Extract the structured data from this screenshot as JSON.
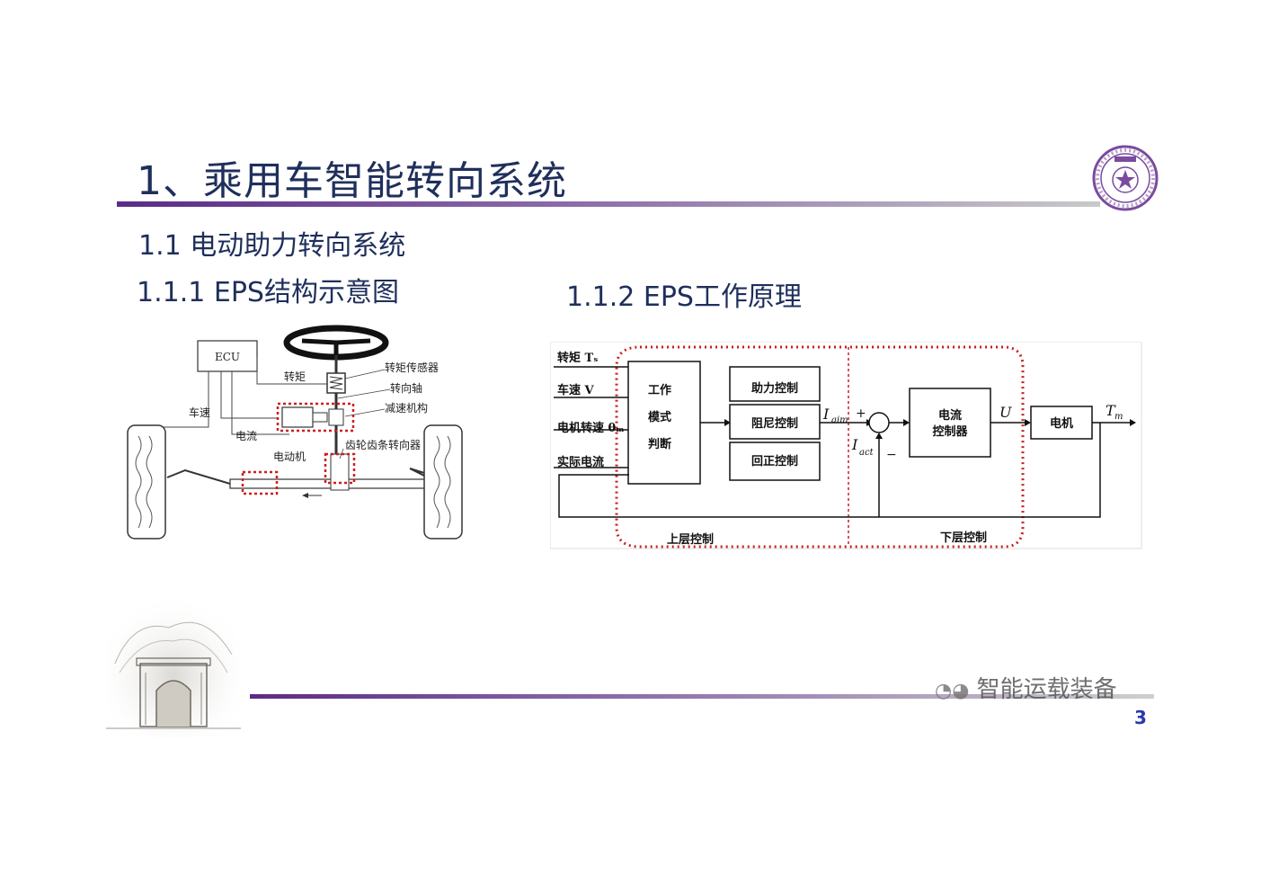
{
  "slide": {
    "title": "1、乘用车智能转向系统",
    "section": "1.1  电动助力转向系统",
    "subsection_left": "1.1.1 EPS结构示意图",
    "subsection_right": "1.1.2  EPS工作原理",
    "page_number": "3",
    "watermark": "智能运载装备"
  },
  "structure_diagram": {
    "ecu": "ECU",
    "torque": "转矩",
    "speed": "车速",
    "current": "电流",
    "torque_sensor": "转矩传感器",
    "steering_shaft": "转向轴",
    "reducer": "减速机构",
    "motor": "电动机",
    "rack_pinion": "齿轮齿条转向器"
  },
  "block_diagram": {
    "inputs": [
      "转矩 Tₛ",
      "车速 V",
      "电机转速 θₘ",
      "实际电流"
    ],
    "mode_block": [
      "工作",
      "模式",
      "判断"
    ],
    "controls": [
      "助力控制",
      "阻尼控制",
      "回正控制"
    ],
    "i_aim": "I",
    "i_aim_sub": "aim",
    "i_act": "I",
    "i_act_sub": "act",
    "plus": "+",
    "minus": "−",
    "current_controller": [
      "电流",
      "控制器"
    ],
    "u": "U",
    "motor": "电机",
    "tm": "T",
    "tm_sub": "m",
    "upper_label": "上层控制",
    "lower_label": "下层控制",
    "colors": {
      "dashed": "#cc1f1f",
      "lines": "#111111"
    }
  }
}
